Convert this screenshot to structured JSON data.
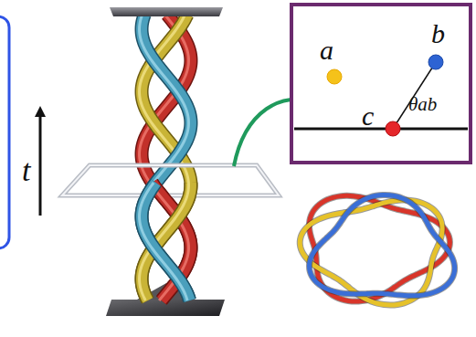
{
  "diagram": {
    "labels": [
      "t",
      "a",
      "b",
      "c",
      "θab"
    ]
  }
}
